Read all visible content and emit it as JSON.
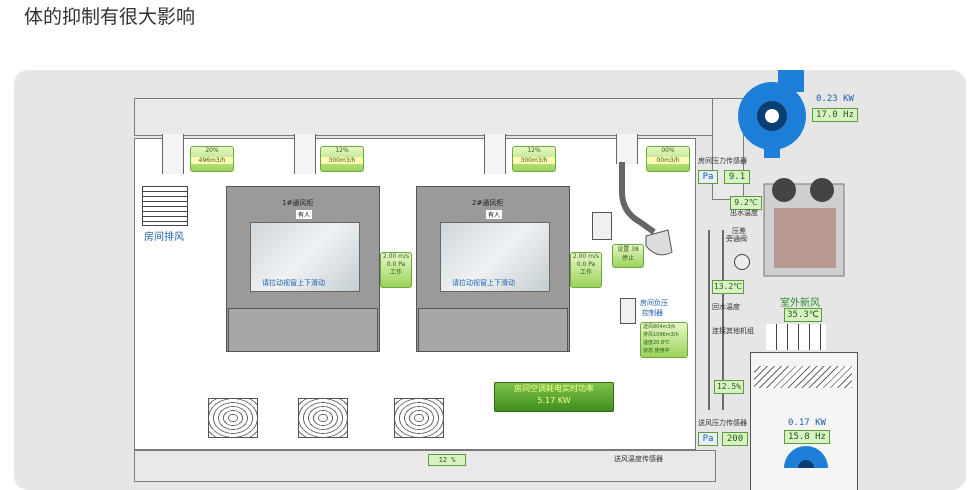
{
  "page_heading": "体的抑制有很大影响",
  "exhaust_fan": {
    "power": "0.23 KW",
    "frequency": "17.0 Hz"
  },
  "supply_fan": {
    "power": "0.17 KW",
    "frequency": "15.8 Hz"
  },
  "dampers": [
    {
      "top": "20%",
      "bottom": "496m3/h"
    },
    {
      "top": "12%",
      "bottom": "300m3/h"
    },
    {
      "top": "12%",
      "bottom": "300m3/h"
    },
    {
      "top": "00%",
      "bottom": "00m3/h"
    }
  ],
  "room_exhaust_label": "房间排风",
  "hoods": [
    {
      "title": "1#通风柜",
      "tag": "有人",
      "hint": "请拉动视窗上下滑动",
      "status": [
        "2.00 m/s",
        "0.0 Pa",
        "工作"
      ]
    },
    {
      "title": "2#通风柜",
      "tag": "有人",
      "hint": "请拉动视窗上下滑动",
      "status": [
        "2.00 m/s",
        "0.0 Pa",
        "工作"
      ]
    }
  ],
  "arm_status": [
    "设置 38",
    "停止"
  ],
  "room_pressure_sensor": {
    "label": "房间压力传感器",
    "unit": "Pa",
    "value": "9.1"
  },
  "outlet_temp": {
    "value": "9.2℃",
    "label": "出水温度"
  },
  "bypass_valve_label": [
    "压差",
    "旁通阀"
  ],
  "return_temp": {
    "value": "13.2℃",
    "label": "回水温度"
  },
  "connect_other_label": "连接其他机组",
  "fresh_air": {
    "label": "室外新风",
    "value": "35.3℃"
  },
  "neg_pressure_controller": {
    "label": [
      "房间负压",
      "控制器"
    ],
    "status": [
      "送风804m3/h",
      "排风1096m3/h",
      "温度20.8℃",
      "状态 使用中"
    ]
  },
  "power_display": {
    "label": "房间空调耗电实时功率",
    "value": "5.17 KW"
  },
  "valve_percent": "12.5%",
  "supply_pressure_sensor": {
    "label": "送风压力传感器",
    "unit": "Pa",
    "value": "200"
  },
  "supply_temp_sensor_label": "送风温度传感器",
  "bottom_damper_value": "12 %",
  "colors": {
    "accent_blue": "#1d7fd8",
    "readout_green": "#d8f2c4",
    "info_green": "#4a9c22"
  }
}
